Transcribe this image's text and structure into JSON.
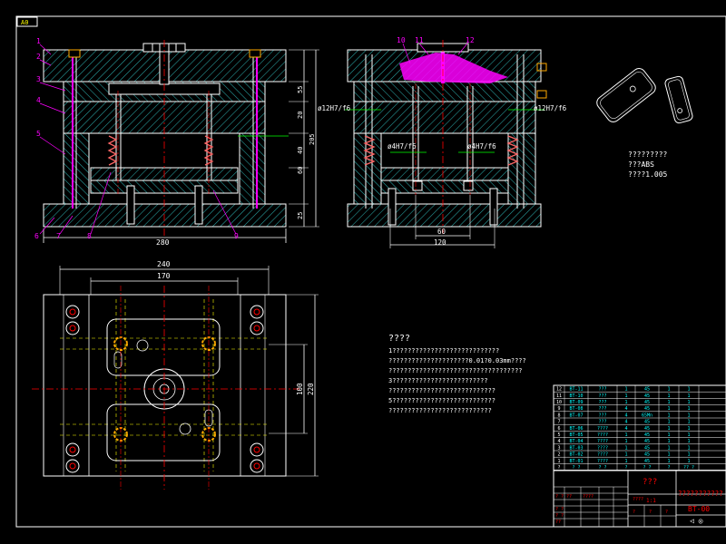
{
  "frame_tag": "A0",
  "front_view": {
    "part_numbers": [
      "1",
      "2",
      "3",
      "4",
      "5",
      "6",
      "7",
      "8",
      "9"
    ],
    "dims": {
      "right_55": "55",
      "right_20": "20",
      "right_40": "40",
      "right_60": "60",
      "right_25": "25",
      "right_total": "205",
      "bottom": "280"
    }
  },
  "side_view": {
    "part_numbers": [
      "10",
      "11",
      "12"
    ],
    "labels": {
      "fit_left": "ø12H7/f6",
      "fit_right": "ø12H7/f6",
      "pin_left": "ø4H7/f6",
      "pin_right": "ø4H7/f6"
    },
    "dims": {
      "inner": "60",
      "outer": "120"
    }
  },
  "plan_view": {
    "dims": {
      "top_outer": "240",
      "top_inner": "170",
      "right_inner": "100",
      "right_outer": "220"
    }
  },
  "part_info": {
    "line1": "?????????",
    "line2": "???ABS",
    "line3": "????1.005"
  },
  "notes": {
    "title": "????",
    "lines": [
      "1????????????????????????????",
      "?????????????????????0.01?0.03mm????",
      "???????????????????????????????????",
      "3?????????????????????????",
      "????????????????????????????",
      "5???????????????????????????",
      "???????????????????????????"
    ]
  },
  "bom": {
    "rows": [
      [
        "12",
        "BT-11",
        "???",
        "1",
        "45",
        "1",
        "1"
      ],
      [
        "11",
        "BT-10",
        "???",
        "1",
        "45",
        "1",
        "1"
      ],
      [
        "10",
        "BT-09",
        "???",
        "1",
        "45",
        "1",
        "1"
      ],
      [
        "9",
        "BT-08",
        "???",
        "4",
        "45",
        "1",
        "1"
      ],
      [
        "8",
        "BT-07",
        "???",
        "4",
        "65Mn",
        "1",
        "1"
      ],
      [
        "7",
        "",
        "???",
        "4",
        "45",
        "1",
        "1"
      ],
      [
        "6",
        "BT-06",
        "????",
        "4",
        "45",
        "1",
        "1"
      ],
      [
        "5",
        "BT-05",
        "????",
        "1",
        "45",
        "1",
        "1"
      ],
      [
        "4",
        "BT-04",
        "????",
        "1",
        "45",
        "1",
        "1"
      ],
      [
        "3",
        "BT-03",
        "????",
        "1",
        "45",
        "1",
        "1"
      ],
      [
        "2",
        "BT-02",
        "????",
        "1",
        "45",
        "1",
        "1"
      ],
      [
        "1",
        "BT-01",
        "????",
        "1",
        "45",
        "1",
        "1"
      ],
      [
        "?",
        "? ?",
        "? ?",
        "?",
        "? ?",
        "?",
        "?? ?"
      ]
    ]
  },
  "title_block": {
    "drawing_name": "???",
    "company": "???????????",
    "drawing_no": "BT-00",
    "scale": "1:1",
    "cells": [
      "? ?",
      "??",
      "????",
      "? ?",
      "? ?",
      "??",
      "????",
      "?",
      "?",
      "?"
    ]
  },
  "colors": {
    "background": "#000000",
    "line": "#ffffff",
    "plate": "#00ffff",
    "part_label": "#ff00ff",
    "centerline": "#ff0000",
    "dimension": "#00ff00",
    "bolt": "#ffaa00",
    "spring": "#ff6666"
  }
}
